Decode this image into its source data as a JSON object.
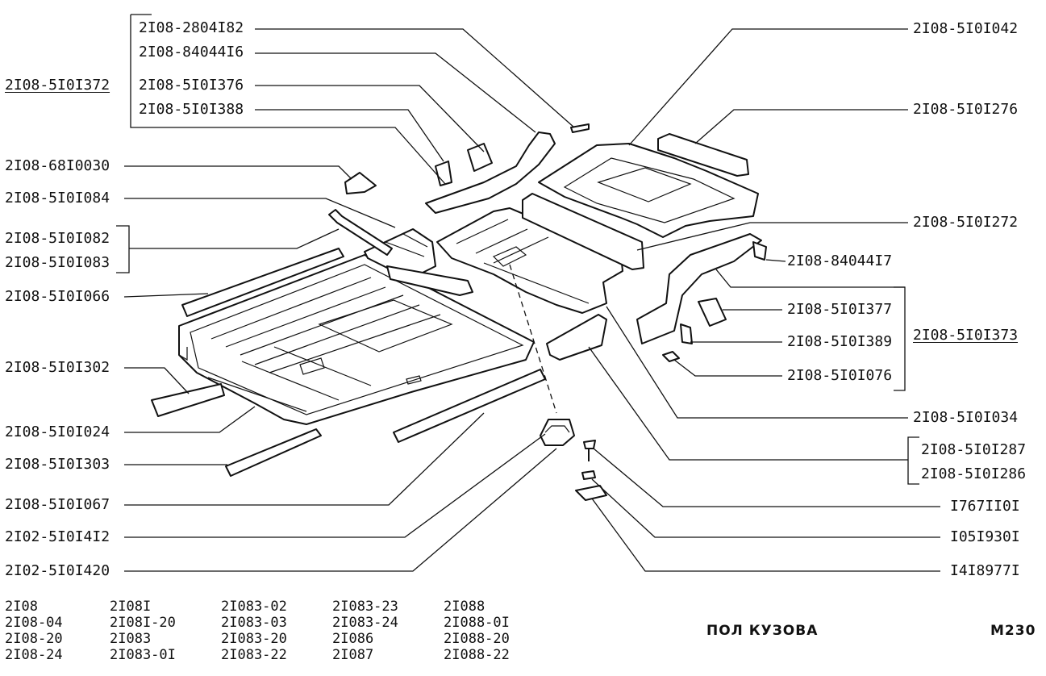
{
  "labels_left": {
    "group_main": "2I08-5I0I372",
    "l1": "2I08-2804I82",
    "l2": "2I08-84044I6",
    "l3": "2I08-5I0I376",
    "l4": "2I08-5I0I388",
    "l5": "2I08-68I0030",
    "l6": "2I08-5I0I084",
    "l7": "2I08-5I0I082",
    "l8": "2I08-5I0I083",
    "l9": "2I08-5I0I066",
    "l10": "2I08-5I0I302",
    "l11": "2I08-5I0I024",
    "l12": "2I08-5I0I303",
    "l13": "2I08-5I0I067",
    "l14": "2I02-5I0I4I2",
    "l15": "2I02-5I0I420"
  },
  "labels_right": {
    "r1": "2I08-5I0I042",
    "r2": "2I08-5I0I276",
    "r3": "2I08-5I0I272",
    "r4": "2I08-84044I7",
    "r5": "2I08-5I0I377",
    "group_main": "2I08-5I0I373",
    "r6": "2I08-5I0I389",
    "r7": "2I08-5I0I076",
    "r8": "2I08-5I0I034",
    "r9": "2I08-5I0I287",
    "r10": "2I08-5I0I286",
    "r11": "I767II0I",
    "r12": "I05I930I",
    "r13": "I4I8977I"
  },
  "models": [
    [
      "2I08",
      "2I08-04",
      "2I08-20",
      "2I08-24"
    ],
    [
      "2I08I",
      "2I08I-20",
      "2I083",
      "2I083-0I"
    ],
    [
      "2I083-02",
      "2I083-03",
      "2I083-20",
      "2I083-22"
    ],
    [
      "2I083-23",
      "2I083-24",
      "2I086",
      "2I087"
    ],
    [
      "2I088",
      "2I088-0I",
      "2I088-20",
      "2I088-22"
    ]
  ],
  "title": "ПОЛ КУЗОВА",
  "page_code": "M230"
}
